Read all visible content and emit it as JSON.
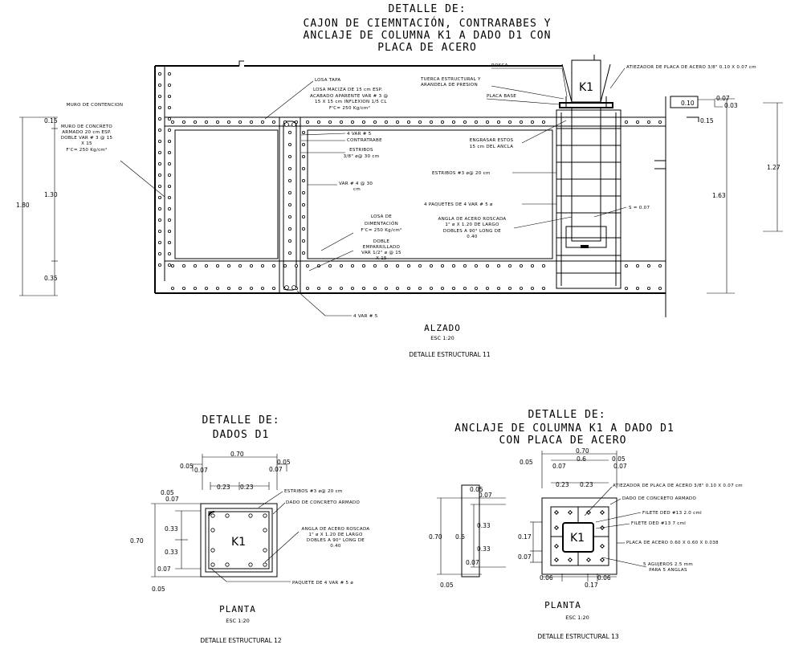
{
  "header": {
    "line1": "DETALLE  DE:",
    "line2": "CAJON DE CIEMNTACIÓN, CONTRARABES  Y",
    "line3": "ANCLAJE DE COLUMNA K1 A DADO D1 CON",
    "line4": "PLACA DE ACERO"
  },
  "elevation": {
    "title": "ALZADO",
    "scale": "ESC 1:20",
    "detail": "DETALLE ESTRUCTURAL  11",
    "column_label": "K1",
    "notes": {
      "muro_contencion": "MURO DE CONTENCION",
      "muro_concreto_1": "MURO DE CONCRETO",
      "muro_concreto_2": "ARMADO 20 cm ESP.",
      "muro_concreto_3": "DOBLE  VAR # 3 @ 15",
      "muro_concreto_4": "X 15",
      "muro_concreto_5": "F'C= 250 Kg/cm²",
      "losa_tapa": "LOSA TAPA",
      "losa_maciza_1": "LOSA MACIZA DE 15 cm ESP.",
      "losa_maciza_2": "ACABADO APARENTE VAR # 3 @",
      "losa_maciza_3": "15 X 15 cm INFLEXION 1/5 CL",
      "losa_maciza_4": "F'C= 250 Kg/cm²",
      "var5_top": "4 VAR # 5",
      "contratrabe": "CONTRATRABE",
      "estribos_1": "ESTRIBOS",
      "estribos_2": "3/8\" ø@ 30 cm",
      "var4_1": "VAR # 4 @ 30",
      "var4_2": "cm",
      "losa_dim_1": "LOSA DE",
      "losa_dim_2": "DIMENTACIÓN",
      "losa_dim_3": "F'C= 250 Kg/cm²",
      "doble_1": "DOBLE",
      "doble_2": "EMPARRILLADO",
      "doble_3": "VAR 1/2\" ø @ 15",
      "doble_4": "X 15",
      "var5_bottom": "4 VAR # 5",
      "rosca": "ROSCA",
      "tuerca_1": "TUERCA ESTRUCTURAL Y",
      "tuerca_2": "ARANDELA DE PRESION",
      "placa_base": "PLACA BASE",
      "atiezador": "ATIEZADOR DE PLACA DE ACERO 3/8\" 0.10 X 0.07 cm",
      "engrasar_1": "ENGRASAR ESTOS",
      "engrasar_2": "15 cm DEL ANCLA",
      "estribos_k1": "ESTRIBOS #3 ø@ 20 cm",
      "paquetes": "4 PAQUETES DE 4 VAR # 5 ø",
      "angulo_1": "ANGLA DE ACERO ROSCADA",
      "angulo_2": "1\" ø  X  1.20 DE LARGO",
      "angulo_3": "DOBLES A 90° LONG DE",
      "angulo_4": "0.40",
      "s007": "S = 0.07"
    },
    "dims": {
      "d015": "0.15",
      "d130": "1.30",
      "d180": "1.80",
      "d035": "0.35",
      "d007": "0.07",
      "d010": "0.10",
      "d003": "0.03",
      "d015b": "0.15",
      "d127": "1.27",
      "d163": "1.63"
    }
  },
  "dado": {
    "title1": "DETALLE  DE:",
    "title2": "DADOS D1",
    "plan": "PLANTA",
    "scale": "ESC 1:20",
    "detail": "DETALLE ESTRUCTURAL  12",
    "column_label": "K1",
    "notes": {
      "estribos": "ESTRIBOS #3 ø@ 20 cm",
      "dado": "DADO DE CONCRETO ARMADO",
      "angla_1": "ANGLA DE ACERO ROSCADA",
      "angla_2": "1\" ø  X 1.20 DE LARGO",
      "angla_3": "DOBLES A 90° LONG DE",
      "angla_4": "0.40",
      "paquete": "PAQUETE DE 4 VAR # 5 ø"
    },
    "dims": {
      "w070": "0.70",
      "a005": "0.05",
      "a007": "0.07",
      "b005": "0.05",
      "b007": "0.07",
      "c023": "0.23",
      "c023b": "0.23",
      "l005": "0.05",
      "l007": "0.07",
      "l033": "0.33",
      "l033b": "0.33",
      "l007b": "0.07",
      "l005b": "0.05",
      "h070": "0.70"
    }
  },
  "anclaje": {
    "title1": "DETALLE  DE:",
    "title2": "ANCLAJE DE COLUMNA K1 A DADO D1",
    "title3": "CON PLACA DE ACERO",
    "plan": "PLANTA",
    "scale": "ESC 1:20",
    "detail": "DETALLE ESTRUCTURAL  13",
    "column_label": "K1",
    "notes": {
      "atiezador": "ATIEZADOR DE PLACA DE ACERO 3/8\" 0.10 X 0.07 cm",
      "dado": "DADO DE CONCRETO ARMADO",
      "filete1": "FILETE DED #13 2.0 cml",
      "filete2": "FILETE DED #13  7 cml",
      "placa": "PLACA DE ACERO 0.60 X 0.60 X 0.038",
      "agujeros_1": "5 AGUJEROS 2.5 mm",
      "agujeros_2": "PARA 5 ANGLAS"
    },
    "dims": {
      "w070": "0.70",
      "w06": "0.6",
      "a005": "0.05",
      "a007": "0.07",
      "b005": "0.05",
      "b007": "0.07",
      "c023": "0.23",
      "c023b": "0.23",
      "l005": "0.05",
      "l007": "0.07",
      "l033": "0.33",
      "l033b": "0.33",
      "l007b": "0.07",
      "l005b": "0.05",
      "h070": "0.70",
      "h06": "0.6",
      "r017": "0.17",
      "r007": "0.07",
      "bot006": "0.06",
      "bot006b": "0.06",
      "bot017": "0.17"
    }
  }
}
